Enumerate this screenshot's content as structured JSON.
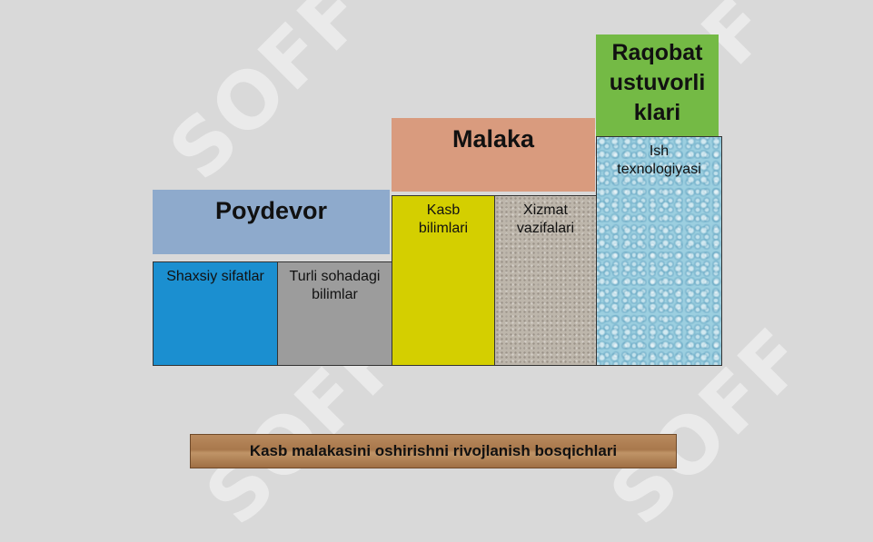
{
  "watermark": {
    "text": "SOFF",
    "mark": "ff-logo"
  },
  "diagram": {
    "foundation": {
      "title": "Poydevor",
      "items": [
        "Shaxsiy sifatlar",
        "Turli sohadagi bilimlar"
      ]
    },
    "qualification": {
      "title": "Malaka",
      "items": [
        "Kasb bilimlari",
        "Xizmat vazifalari"
      ]
    },
    "competitive": {
      "title": "Raqobat ustuvorli klari",
      "items": [
        "Ish texnologiyasi"
      ]
    },
    "caption": "Kasb malakasini oshirishni rivojlanish bosqichlari"
  },
  "colors": {
    "foundation_bar": "#8eaacc",
    "qualification_bar": "#d99b7e",
    "competitive_bar": "#74ba45",
    "shaxsiy": "#1b8fd0",
    "turli": "#9c9c9c",
    "kasb": "#d4cf00",
    "xizmat": "#bdb6ab",
    "ish": "#9ccfe0",
    "caption_wood": "#a8784c"
  }
}
